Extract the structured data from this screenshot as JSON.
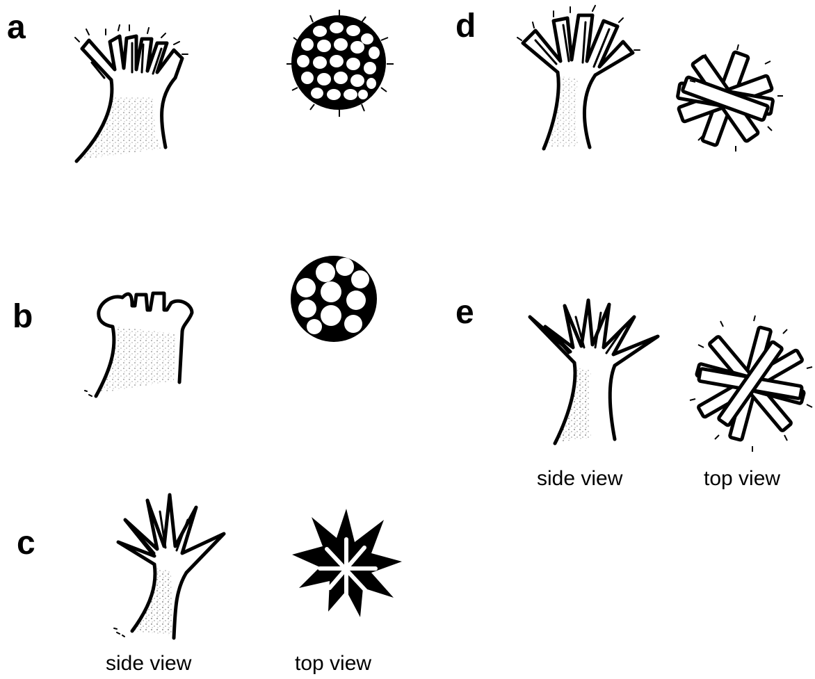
{
  "panels": {
    "a": {
      "letter": "a"
    },
    "b": {
      "letter": "b"
    },
    "c": {
      "letter": "c",
      "side_caption": "side view",
      "top_caption": "top view"
    },
    "d": {
      "letter": "d"
    },
    "e": {
      "letter": "e",
      "side_caption": "side view",
      "top_caption": "top view"
    }
  },
  "colors": {
    "ink": "#000000",
    "paper": "#ffffff"
  }
}
